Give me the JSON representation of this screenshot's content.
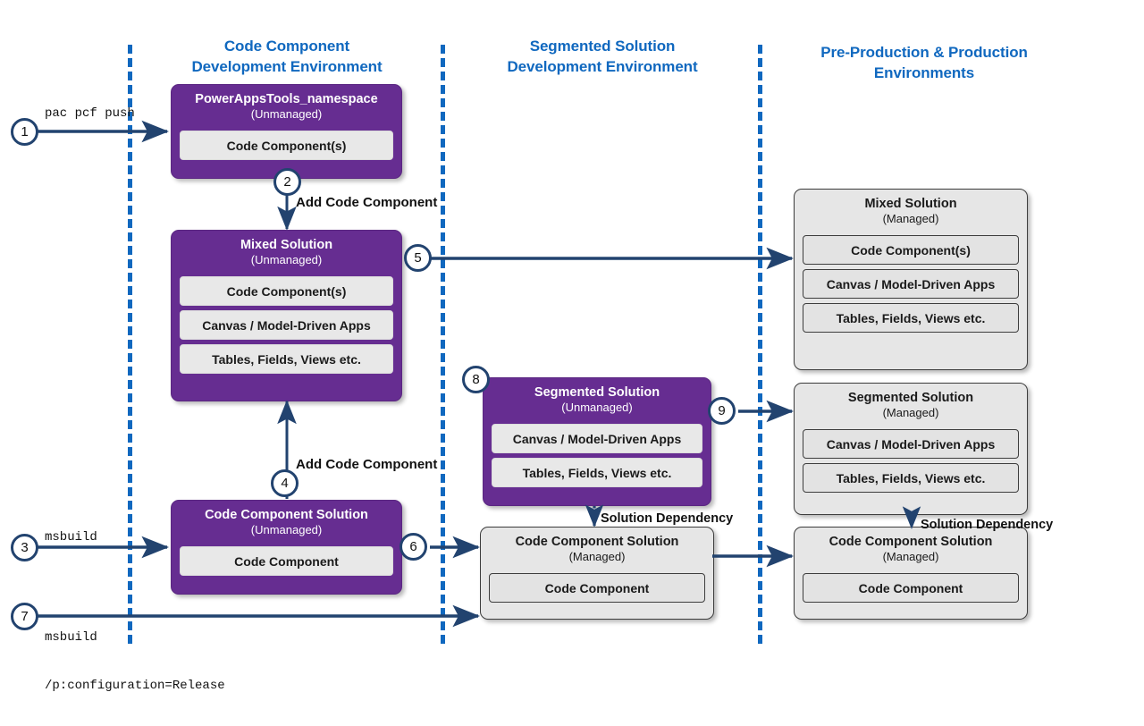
{
  "diagram": {
    "title": "Power Apps code component ALM flow",
    "accent_blue": "#1068BF",
    "purple": "#662D91",
    "arrow_navy": "#22436F",
    "box_grey": "#E6E6E6"
  },
  "columns": [
    {
      "id": "code-component-dev",
      "line1": "Code Component",
      "line2": "Development Environment"
    },
    {
      "id": "segmented-solution-dev",
      "line1": "Segmented Solution",
      "line2": "Development Environment"
    },
    {
      "id": "preprod-prod",
      "line1": "Pre-Production & Production",
      "line2": "Environments"
    }
  ],
  "boxes": {
    "powerappstools": {
      "title": "PowerAppsTools_namespace",
      "subtitle": "(Unmanaged)",
      "rows": [
        "Code Component(s)"
      ]
    },
    "mixed_unmanaged": {
      "title": "Mixed Solution",
      "subtitle": "(Unmanaged)",
      "rows": [
        "Code Component(s)",
        "Canvas / Model-Driven Apps",
        "Tables, Fields, Views etc."
      ]
    },
    "code_component_solution_unmanaged": {
      "title": "Code Component Solution",
      "subtitle": "(Unmanaged)",
      "rows": [
        "Code Component"
      ]
    },
    "segmented_unmanaged": {
      "title": "Segmented Solution",
      "subtitle": "(Unmanaged)",
      "rows": [
        "Canvas / Model-Driven Apps",
        "Tables, Fields, Views etc."
      ]
    },
    "code_component_solution_managed_mid": {
      "title": "Code Component Solution",
      "subtitle": "(Managed)",
      "rows": [
        "Code Component"
      ]
    },
    "mixed_managed": {
      "title": "Mixed Solution",
      "subtitle": "(Managed)",
      "rows": [
        "Code Component(s)",
        "Canvas / Model-Driven Apps",
        "Tables, Fields, Views etc."
      ]
    },
    "segmented_managed": {
      "title": "Segmented Solution",
      "subtitle": "(Managed)",
      "rows": [
        "Canvas / Model-Driven Apps",
        "Tables, Fields, Views etc."
      ]
    },
    "code_component_solution_managed_right": {
      "title": "Code Component Solution",
      "subtitle": "(Managed)",
      "rows": [
        "Code Component"
      ]
    }
  },
  "steps": [
    {
      "n": "1"
    },
    {
      "n": "2"
    },
    {
      "n": "3"
    },
    {
      "n": "4"
    },
    {
      "n": "5"
    },
    {
      "n": "6"
    },
    {
      "n": "7"
    },
    {
      "n": "8"
    },
    {
      "n": "9"
    }
  ],
  "labels": {
    "cmd_pac_pcf_push": "pac pcf push",
    "cmd_msbuild": "msbuild",
    "cmd_msbuild_release_line1": "msbuild",
    "cmd_msbuild_release_line2": "/p:configuration=Release",
    "add_code_component_top": "Add Code Component",
    "add_code_component_bottom": "Add Code Component",
    "solution_dependency_mid": "Solution Dependency",
    "solution_dependency_right": "Solution Dependency"
  }
}
